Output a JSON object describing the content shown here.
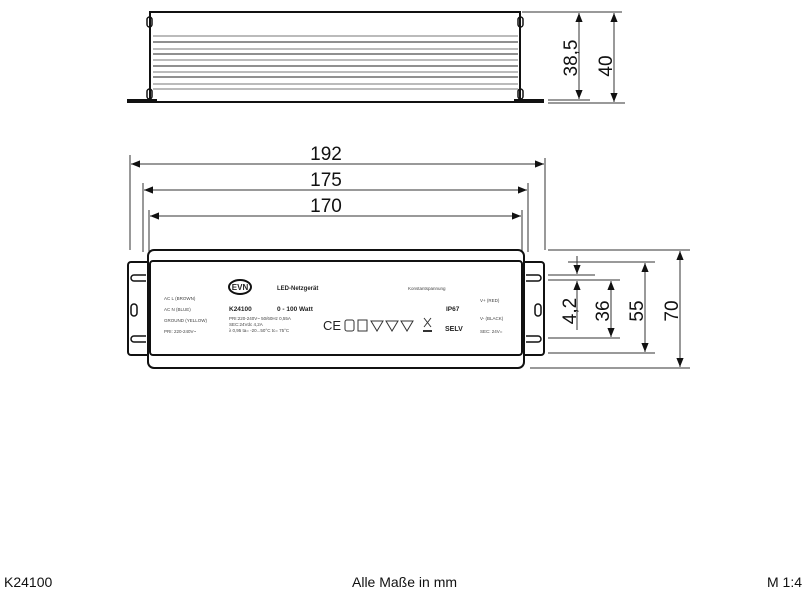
{
  "dimensions": {
    "height_inner": "38,5",
    "height_total": "40",
    "length_total": "192",
    "length_holes": "175",
    "length_body": "170",
    "slot_width": "4,2",
    "hole_spacing": "36",
    "width_body": "55",
    "width_total": "70"
  },
  "label": {
    "brand": "EVN",
    "title": "LED-Netzgerät",
    "mode": "Konstantspannung",
    "model": "K24100",
    "power": "0 - 100 Watt",
    "ip": "IP67",
    "selv": "SELV",
    "ce": "CE",
    "input_spec": "PRI:220-240V~ 50/60Hz 0,55A",
    "output_spec": "SEC:24Vdc 4,2A",
    "temp_spec": "λ 0,95  ta= -20...50°C  tc= 75°C",
    "left_terminals": [
      "AC L (BROWN)",
      "AC N (BLUE)",
      "GROUND (YELLOW)",
      "PRI: 220-240V~"
    ],
    "right_terminals": [
      "V+ (RED)",
      "V- (BLACK)",
      "SEC: 24V="
    ]
  },
  "footer": {
    "article": "K24100",
    "units_note": "Alle Maße in mm",
    "scale": "M 1:4"
  },
  "colors": {
    "line": "#111111",
    "rib": "#777777"
  }
}
